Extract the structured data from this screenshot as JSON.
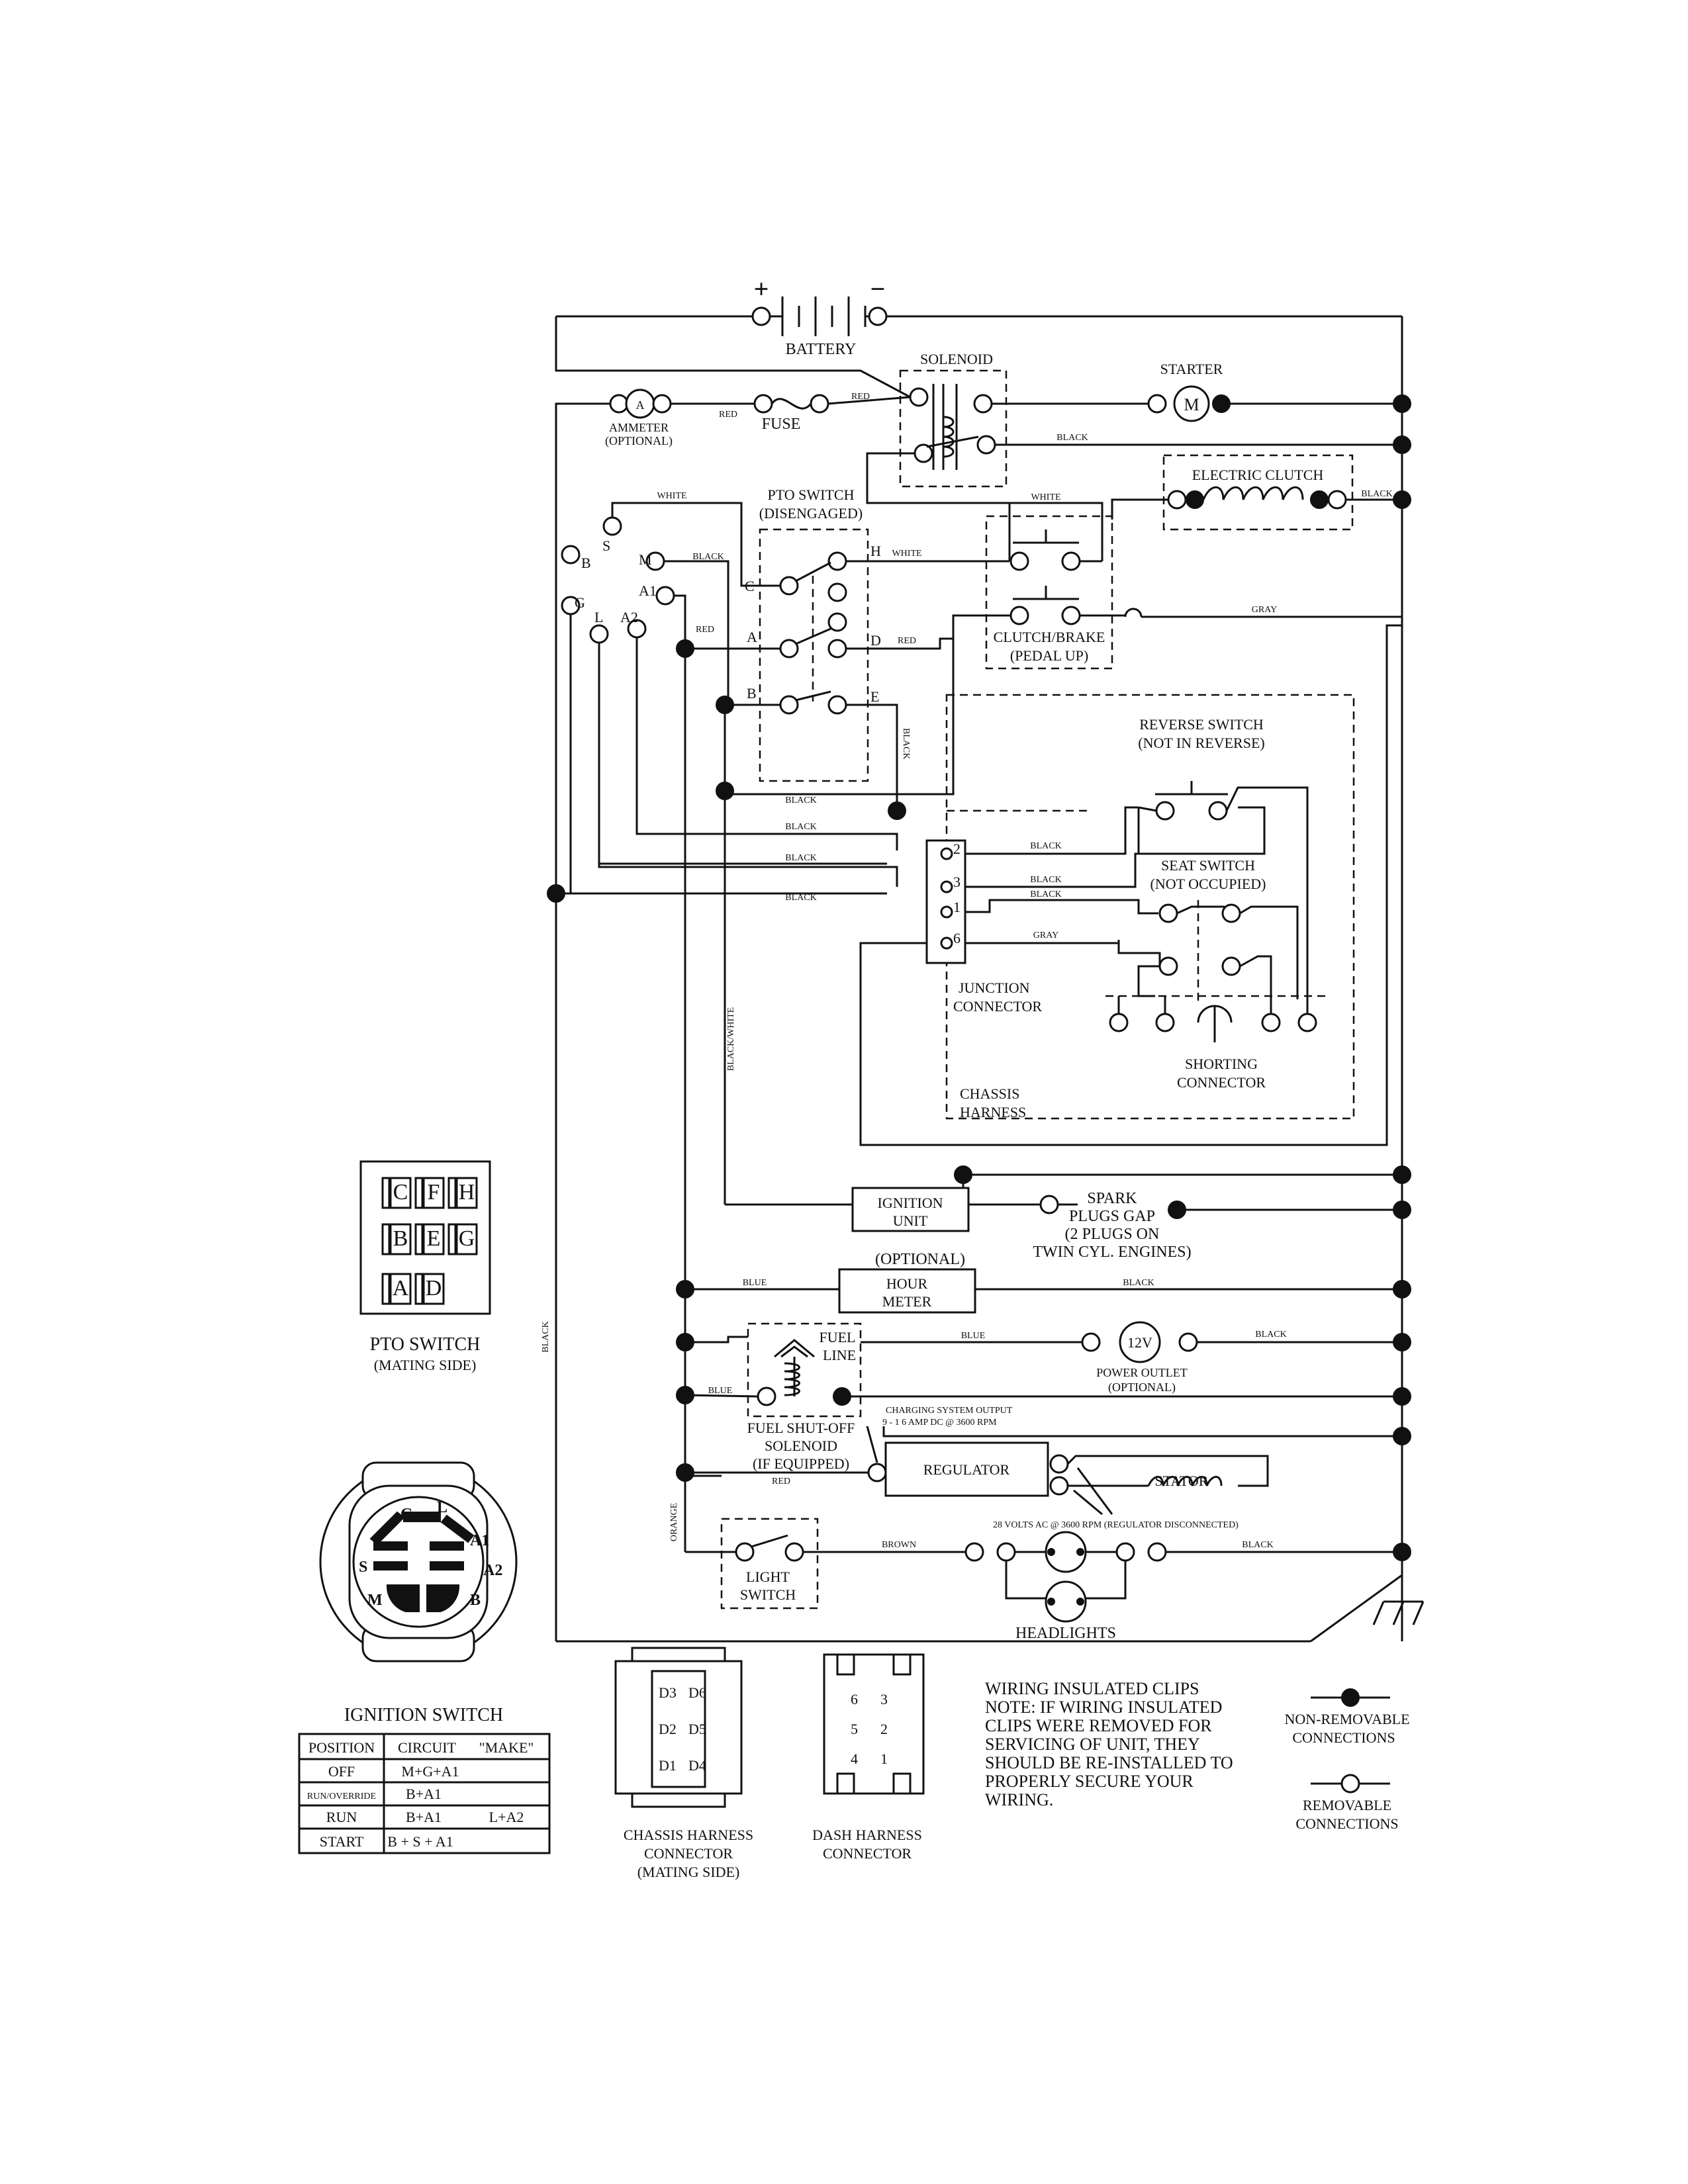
{
  "labels": {
    "battery": "BATTERY",
    "plus": "+",
    "minus": "−",
    "solenoid": "SOLENOID",
    "starter": "STARTER",
    "motor_symbol": "M",
    "ammeter": "AMMETER",
    "optional_paren": "(OPTIONAL)",
    "ammeter_symbol": "A",
    "fuse": "FUSE",
    "electric_clutch": "ELECTRIC CLUTCH",
    "pto_switch": "PTO SWITCH",
    "disengaged": "(DISENGAGED)",
    "clutch_brake": "CLUTCH/BRAKE",
    "pedal_up": "(PEDAL UP)",
    "reverse_switch": "REVERSE SWITCH",
    "not_in_reverse": "(NOT IN REVERSE)",
    "seat_switch": "SEAT SWITCH",
    "not_occupied": "(NOT OCCUPIED)",
    "junction": "JUNCTION",
    "connector": "CONNECTOR",
    "shorting": "SHORTING",
    "chassis": "CHASSIS",
    "harness": "HARNESS",
    "ignition": "IGNITION",
    "unit": "UNIT",
    "spark_plugs_1": "SPARK",
    "spark_plugs_2": "PLUGS GAP",
    "spark_plugs_3": "(2 PLUGS ON",
    "spark_plugs_4": "TWIN CYL. ENGINES)",
    "optional_hour": "(OPTIONAL)",
    "hour": "HOUR",
    "meter": "METER",
    "fuel_line_1": "FUEL",
    "fuel_line_2": "LINE",
    "power_outlet": "POWER OUTLET",
    "twelve_v": "12V",
    "fuel_shutoff_1": "FUEL SHUT-OFF",
    "fuel_shutoff_2": "SOLENOID",
    "fuel_shutoff_3": "(IF EQUIPPED)",
    "charging_1": "CHARGING SYSTEM OUTPUT",
    "charging_2": "9 - 1 6 AMP DC @ 3600 RPM",
    "regulator": "REGULATOR",
    "stator": "STATOR",
    "volts_ac": "28 VOLTS AC @ 3600 RPM (REGULATOR DISCONNECTED)",
    "light": "LIGHT",
    "switch": "SWITCH",
    "headlights": "HEADLIGHTS",
    "pto_mating": "PTO SWITCH",
    "mating_side": "(MATING SIDE)",
    "ignition_switch": "IGNITION SWITCH",
    "chassis_conn_1": "CHASSIS HARNESS",
    "chassis_conn_2": "CONNECTOR",
    "chassis_conn_3": "(MATING SIDE)",
    "dash_conn_1": "DASH HARNESS",
    "dash_conn_2": "CONNECTOR",
    "note_1": "WIRING INSULATED CLIPS",
    "note_2": "NOTE:  IF WIRING INSULATED",
    "note_3": "CLIPS WERE REMOVED FOR",
    "note_4": "SERVICING OF UNIT, THEY",
    "note_5": "SHOULD BE RE-INSTALLED TO",
    "note_6": "PROPERLY SECURE YOUR",
    "note_7": "WIRING.",
    "non_removable_1": "NON-REMOVABLE",
    "non_removable_2": "CONNECTIONS",
    "removable_1": "REMOVABLE",
    "removable_2": "CONNECTIONS"
  },
  "wire_colors": {
    "white": "WHITE",
    "black": "BLACK",
    "red": "RED",
    "gray": "GRAY",
    "blue": "BLUE",
    "orange": "ORANGE",
    "brown": "BROWN",
    "black_white": "BLACK/WHITE"
  },
  "ignition_terminals": [
    "B",
    "S",
    "M",
    "A1",
    "A2",
    "L",
    "G"
  ],
  "pto_terminals": [
    "C",
    "H",
    "A",
    "D",
    "B",
    "E"
  ],
  "junction_pins": [
    "2",
    "3",
    "1",
    "6"
  ],
  "pto_mating_grid": [
    [
      "C",
      "F",
      "H"
    ],
    [
      "B",
      "E",
      "G"
    ],
    [
      "A",
      "D"
    ]
  ],
  "ignition_face_labels": [
    "G",
    "L",
    "A1",
    "A2",
    "S",
    "M",
    "B"
  ],
  "ignition_table": {
    "headers": [
      "POSITION",
      "CIRCUIT",
      "\"MAKE\""
    ],
    "rows": [
      {
        "position": "OFF",
        "circuit": "M+G+A1",
        "extra": ""
      },
      {
        "position": "RUN/OVERRIDE",
        "circuit": "B+A1",
        "extra": ""
      },
      {
        "position": "RUN",
        "circuit": "B+A1",
        "extra": "L+A2"
      },
      {
        "position": "START",
        "circuit": "B + S + A1",
        "extra": ""
      }
    ]
  },
  "chassis_connector_pins": [
    "D3",
    "D6",
    "D2",
    "D5",
    "D1",
    "D4"
  ],
  "dash_connector_pins": [
    "6",
    "3",
    "5",
    "2",
    "4",
    "1"
  ]
}
